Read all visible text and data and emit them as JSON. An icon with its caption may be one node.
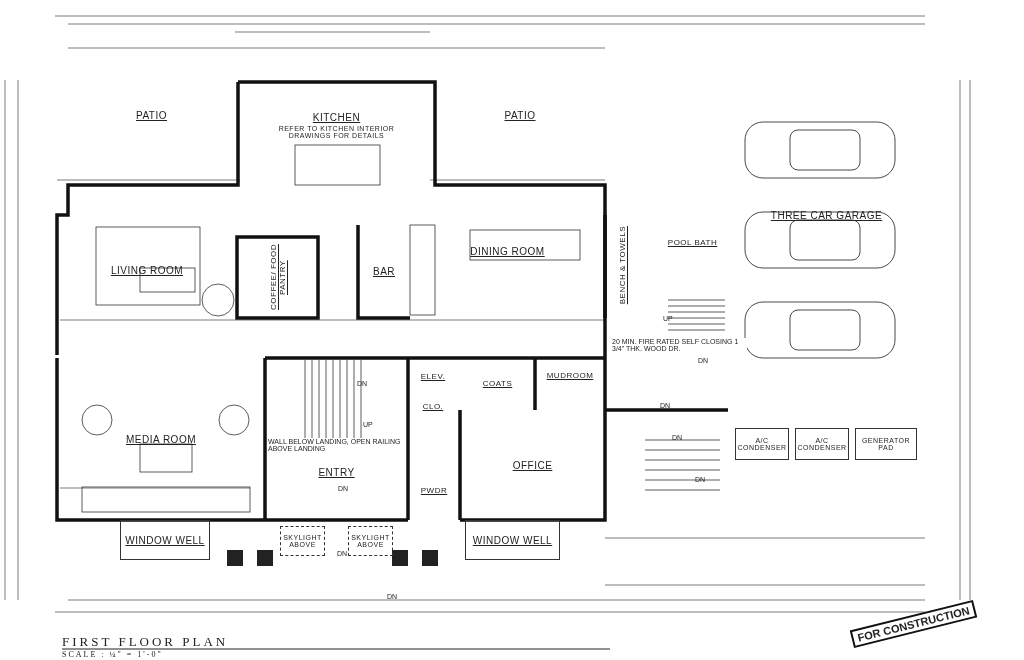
{
  "diagram": {
    "title": "FIRST FLOOR PLAN",
    "caption": "SCALE : ¼\" = 1'-0\"",
    "nodes": [
      {
        "text": [
          "PATIO"
        ]
      },
      {
        "text": [
          "KITCHEN",
          "REFER TO KITCHEN INTERIOR DRAWINGS FOR DETAILS"
        ]
      },
      {
        "text": [
          "PATIO"
        ]
      },
      {
        "text": [
          "LIVING ROOM"
        ]
      },
      {
        "text": [
          "COFFEE/ FOOD PANTRY"
        ]
      },
      {
        "text": [
          "BAR"
        ]
      },
      {
        "text": [
          "DINING ROOM"
        ]
      },
      {
        "text": [
          "BENCH & TOWELS"
        ]
      },
      {
        "text": [
          "POOL BATH"
        ]
      },
      {
        "text": [
          "THREE CAR GARAGE"
        ]
      },
      {
        "text": [
          "MEDIA ROOM"
        ]
      },
      {
        "text": [
          "ELEV."
        ]
      },
      {
        "text": [
          "COATS"
        ]
      },
      {
        "text": [
          "MUDROOM"
        ]
      },
      {
        "text": [
          "CLO."
        ]
      },
      {
        "text": [
          "ENTRY"
        ]
      },
      {
        "text": [
          "PWDR"
        ]
      },
      {
        "text": [
          "OFFICE"
        ]
      },
      {
        "text": [
          "SKYLIGHT ABOVE"
        ]
      },
      {
        "text": [
          "SKYLIGHT ABOVE"
        ]
      },
      {
        "text": [
          "WINDOW WELL"
        ]
      },
      {
        "text": [
          "WINDOW WELL"
        ]
      },
      {
        "text": [
          "A/C CONDENSER"
        ]
      },
      {
        "text": [
          "A/C CONDENSER"
        ]
      },
      {
        "text": [
          "GENERATOR PAD"
        ]
      }
    ],
    "edges": [],
    "labels": [
      "UP",
      "DN",
      "UP",
      "DN",
      "DN",
      "DN",
      "DN",
      "DN",
      "DN",
      "DN",
      "WALL BELOW LANDING, OPEN RAILING ABOVE LANDING",
      "20 MIN. FIRE RATED SELF CLOSING 1 3/4\" THK. WOOD DR.",
      "FOR CONSTRUCTION"
    ]
  }
}
